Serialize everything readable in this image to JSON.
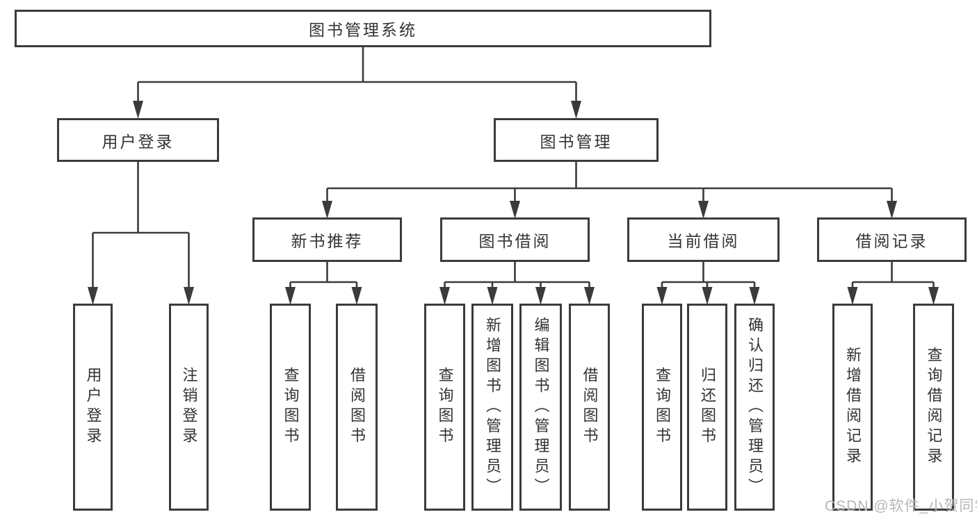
{
  "diagram": {
    "title": "图书管理系统",
    "root": {
      "label": "图书管理系统"
    },
    "branches": [
      {
        "label": "用户登录",
        "children": [
          {
            "label": "用户登录"
          },
          {
            "label": "注销登录"
          }
        ]
      },
      {
        "label": "图书管理",
        "children": [
          {
            "label": "新书推荐",
            "children": [
              {
                "label": "查询图书"
              },
              {
                "label": "借阅图书"
              }
            ]
          },
          {
            "label": "图书借阅",
            "children": [
              {
                "label": "查询图书"
              },
              {
                "label": "新增图书（管理员）"
              },
              {
                "label": "编辑图书（管理员）"
              },
              {
                "label": "借阅图书"
              }
            ]
          },
          {
            "label": "当前借阅",
            "children": [
              {
                "label": "查询图书"
              },
              {
                "label": "归还图书"
              },
              {
                "label": "确认归还（管理员）"
              }
            ]
          },
          {
            "label": "借阅记录",
            "children": [
              {
                "label": "新增借阅记录"
              },
              {
                "label": "查询借阅记录"
              }
            ]
          }
        ]
      }
    ]
  },
  "watermark": {
    "text": "CSDN @软件_小贺同学"
  },
  "colors": {
    "line": "#3b3b3b",
    "border": "#3b3b3b",
    "text": "#333333",
    "watermark": "#b6b6b6",
    "background": "#ffffff"
  }
}
